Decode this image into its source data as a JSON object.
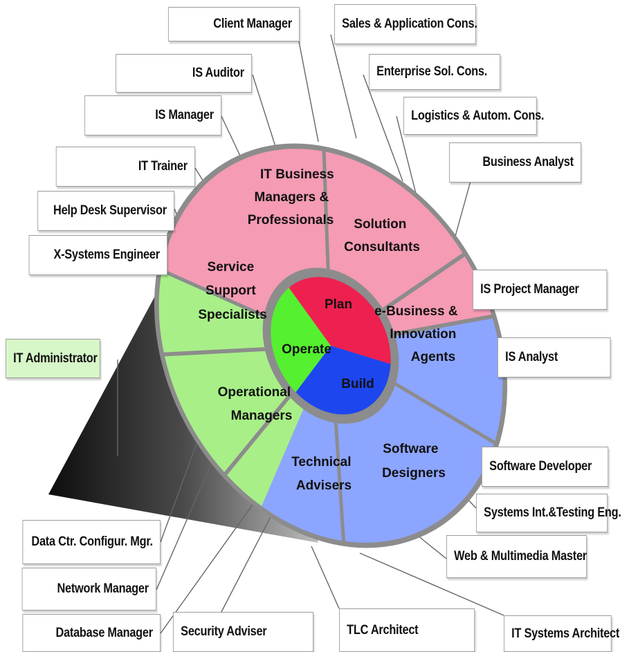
{
  "colors": {
    "plan_sector": "#f59bb4",
    "plan_core": "#ee2050",
    "operate_sector": "#a8ef88",
    "operate_core": "#55f030",
    "build_sector": "#8ca5ff",
    "build_core": "#1e46ee",
    "ring": "#8c8c8c",
    "highlight_box": "#d7f7c8"
  },
  "core": {
    "plan": "Plan",
    "build": "Build",
    "operate": "Operate"
  },
  "segments": {
    "it_business": [
      "IT Business",
      "Managers &",
      "Professionals"
    ],
    "solution_consultants": [
      "Solution",
      "Consultants"
    ],
    "ebusiness": [
      "e-Business &",
      "Innovation",
      "Agents"
    ],
    "software_designers": [
      "Software",
      "Designers"
    ],
    "technical_advisers": [
      "Technical",
      "Advisers"
    ],
    "operational_managers": [
      "Operational",
      "Managers"
    ],
    "service_support": [
      "Service",
      "Support",
      "Specialists"
    ]
  },
  "roles": {
    "client_manager": "Client Manager",
    "sales_application": "Sales & Application Cons.",
    "is_auditor": "IS Auditor",
    "enterprise_sol": "Enterprise Sol. Cons.",
    "is_manager": "IS Manager",
    "logistics_autom": "Logistics & Autom. Cons.",
    "it_trainer": "IT Trainer",
    "business_analyst": "Business Analyst",
    "help_desk": "Help Desk Supervisor",
    "x_systems": "X-Systems Engineer",
    "is_project_manager": "IS Project Manager",
    "it_administrator": "IT Administrator",
    "is_analyst": "IS Analyst",
    "software_developer": "Software Developer",
    "systems_int": "Systems Int.&Testing Eng.",
    "data_ctr": "Data Ctr. Configur. Mgr.",
    "web_multimedia": "Web & Multimedia Master",
    "network_manager": "Network Manager",
    "database_manager": "Database Manager",
    "security_adviser": "Security Adviser",
    "tlc_architect": "TLC Architect",
    "it_systems_architect": "IT Systems Architect"
  }
}
